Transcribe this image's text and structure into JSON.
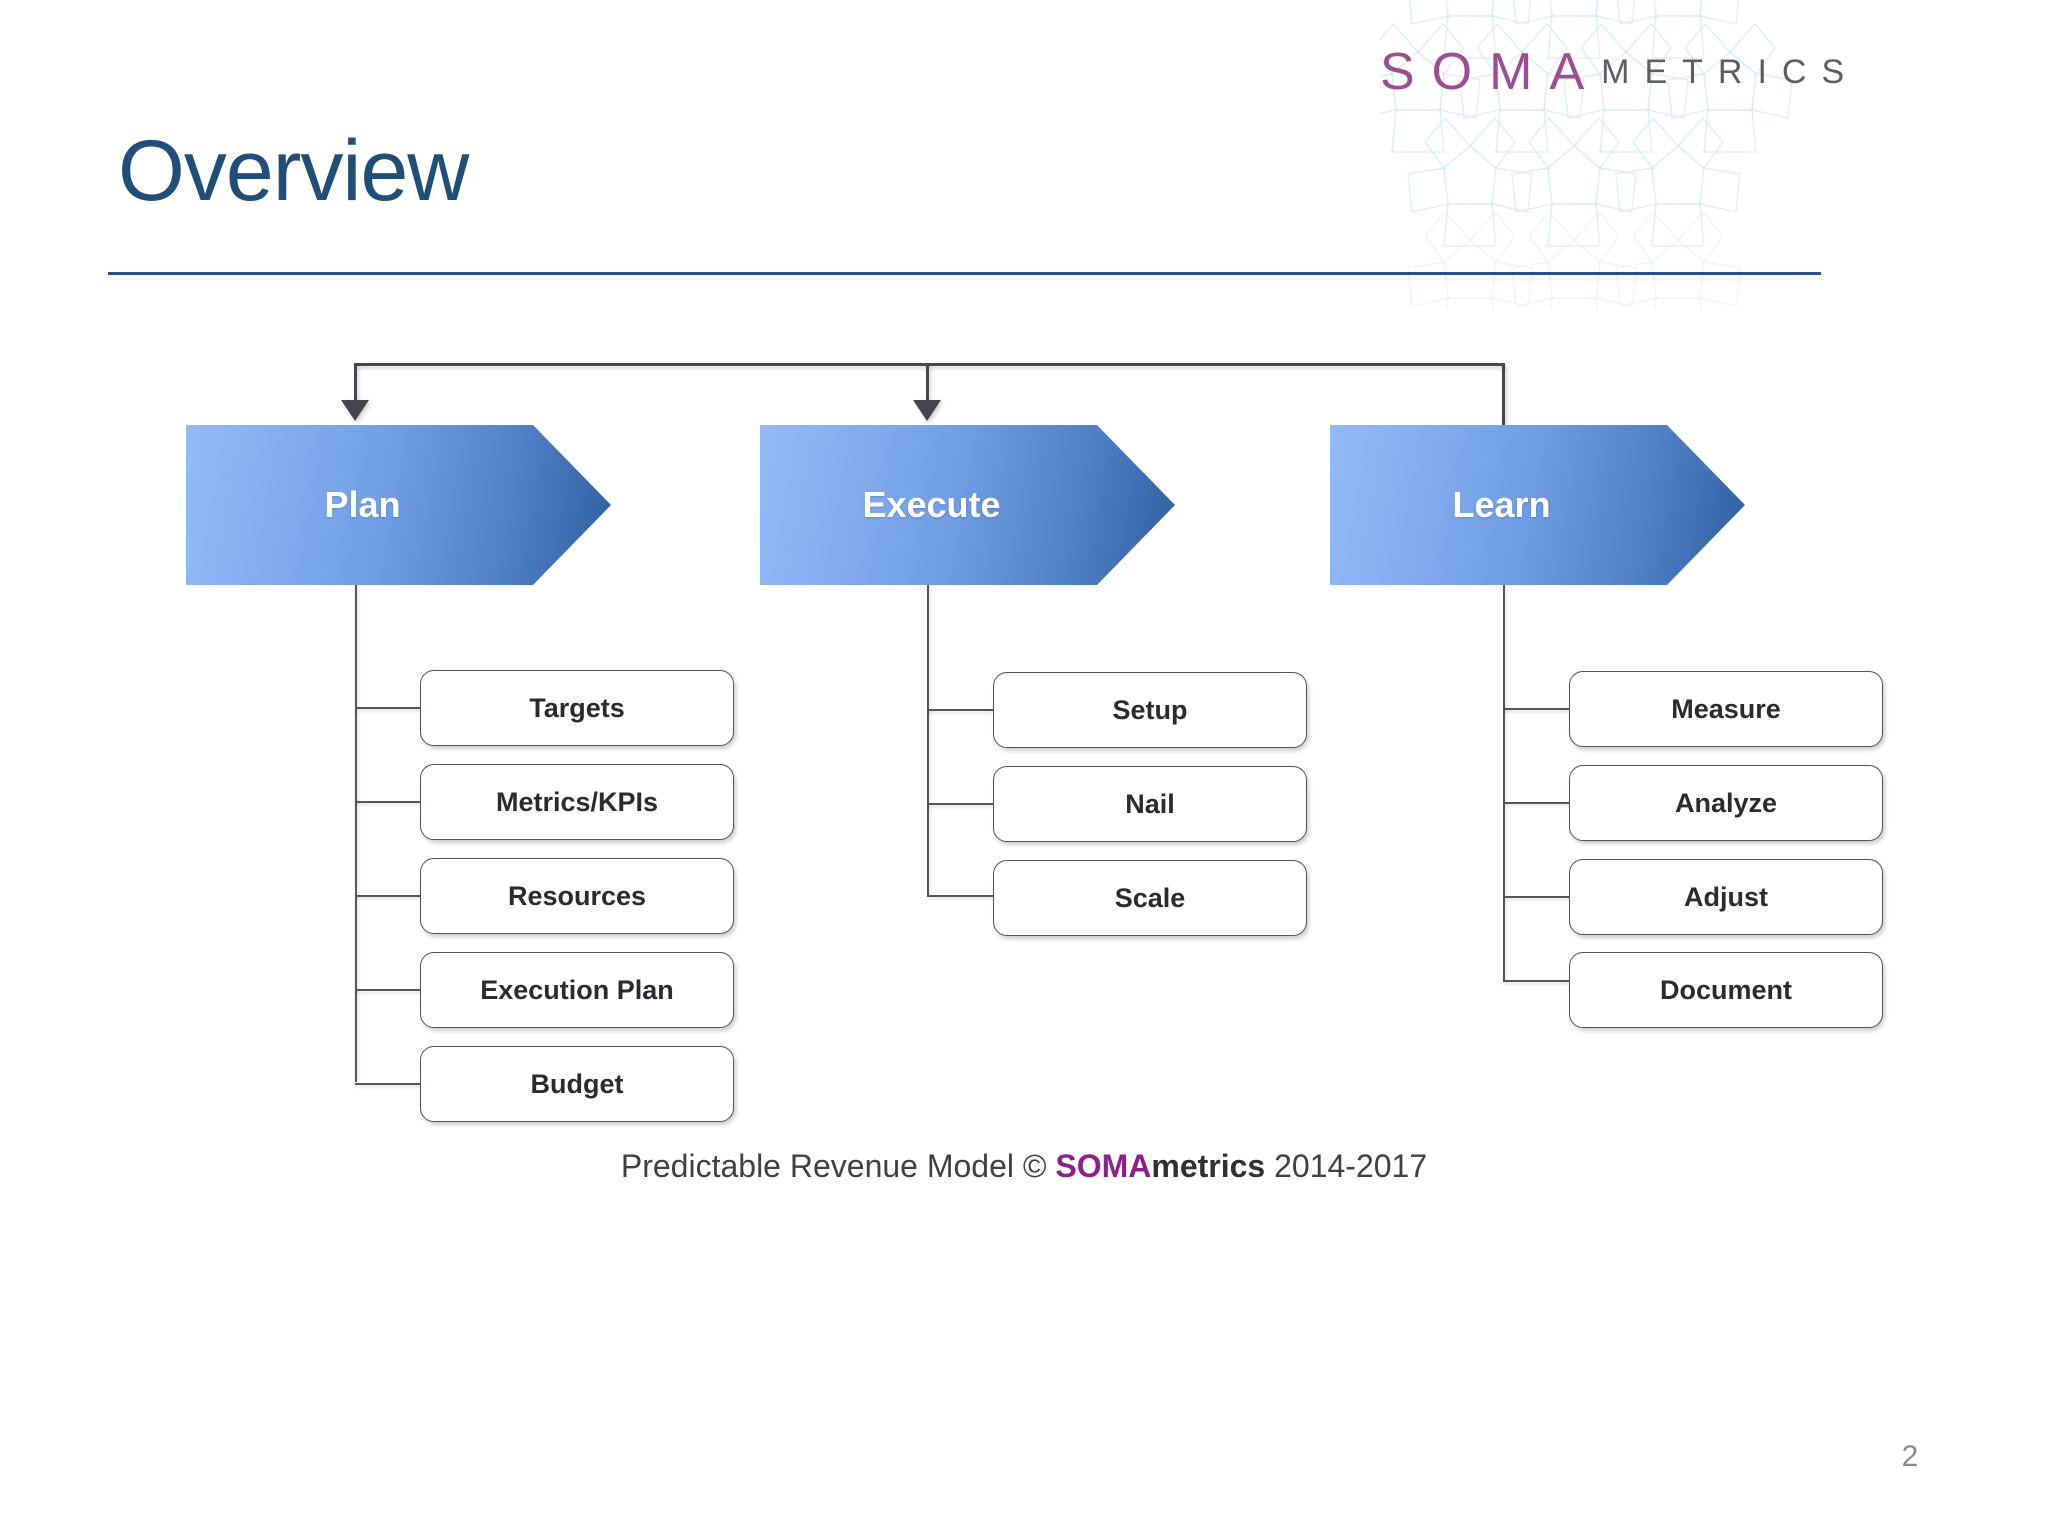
{
  "slide": {
    "title": "Overview",
    "page_number": "2",
    "accent_color": "#1F4E79",
    "rule_color": "#2E4E8F"
  },
  "logo": {
    "soma": "SOMA",
    "metrics": "METRICS",
    "soma_color": "#9B4C93",
    "metrics_color": "#5E5E5E",
    "letters": [
      "S",
      "O",
      "M",
      "A"
    ]
  },
  "diagram": {
    "type": "process-flow",
    "chevron_gradient_from": "#93BAF4",
    "chevron_gradient_to": "#2F5E9E",
    "connector_color": "#45464A",
    "phases": [
      {
        "id": "plan",
        "label": "Plan",
        "has_inbound_arrow": true,
        "steps": [
          "Targets",
          "Metrics/KPIs",
          "Resources",
          "Execution Plan",
          "Budget"
        ]
      },
      {
        "id": "execute",
        "label": "Execute",
        "has_inbound_arrow": true,
        "steps": [
          "Setup",
          "Nail",
          "Scale"
        ]
      },
      {
        "id": "learn",
        "label": "Learn",
        "has_inbound_arrow": false,
        "steps": [
          "Measure",
          "Analyze",
          "Adjust",
          "Document"
        ]
      }
    ]
  },
  "footer": {
    "prefix": "Predictable Revenue Model © ",
    "brand_bold": "SOMA",
    "brand_rest": "metrics",
    "suffix": " 2014-2017"
  }
}
